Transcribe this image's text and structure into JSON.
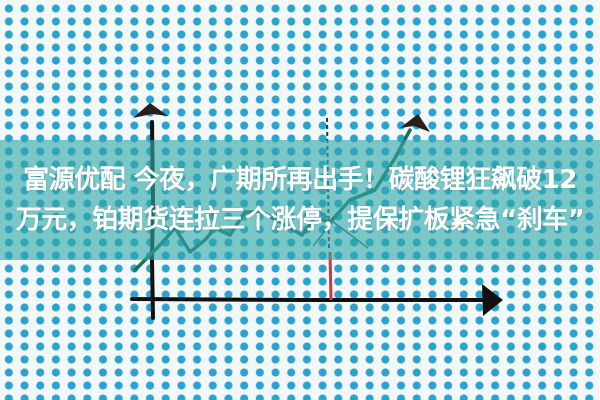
{
  "headline": {
    "line1": "富源优配 今夜，广期所再出手！碳酸锂狂飙破12",
    "line2": "万元，铂期货连拉三个涨停，提保扩板紧急“刹车”"
  },
  "illustration": {
    "description": "hand-drawn chart on blue polka-dot paper",
    "colors": {
      "dots": "#2aa3cf",
      "band": "#32a8a8",
      "axis": "#111111",
      "trend_line": "#1f6b5e",
      "marker_line": "#d8323c",
      "dotted_line": "#1d3b55"
    }
  }
}
